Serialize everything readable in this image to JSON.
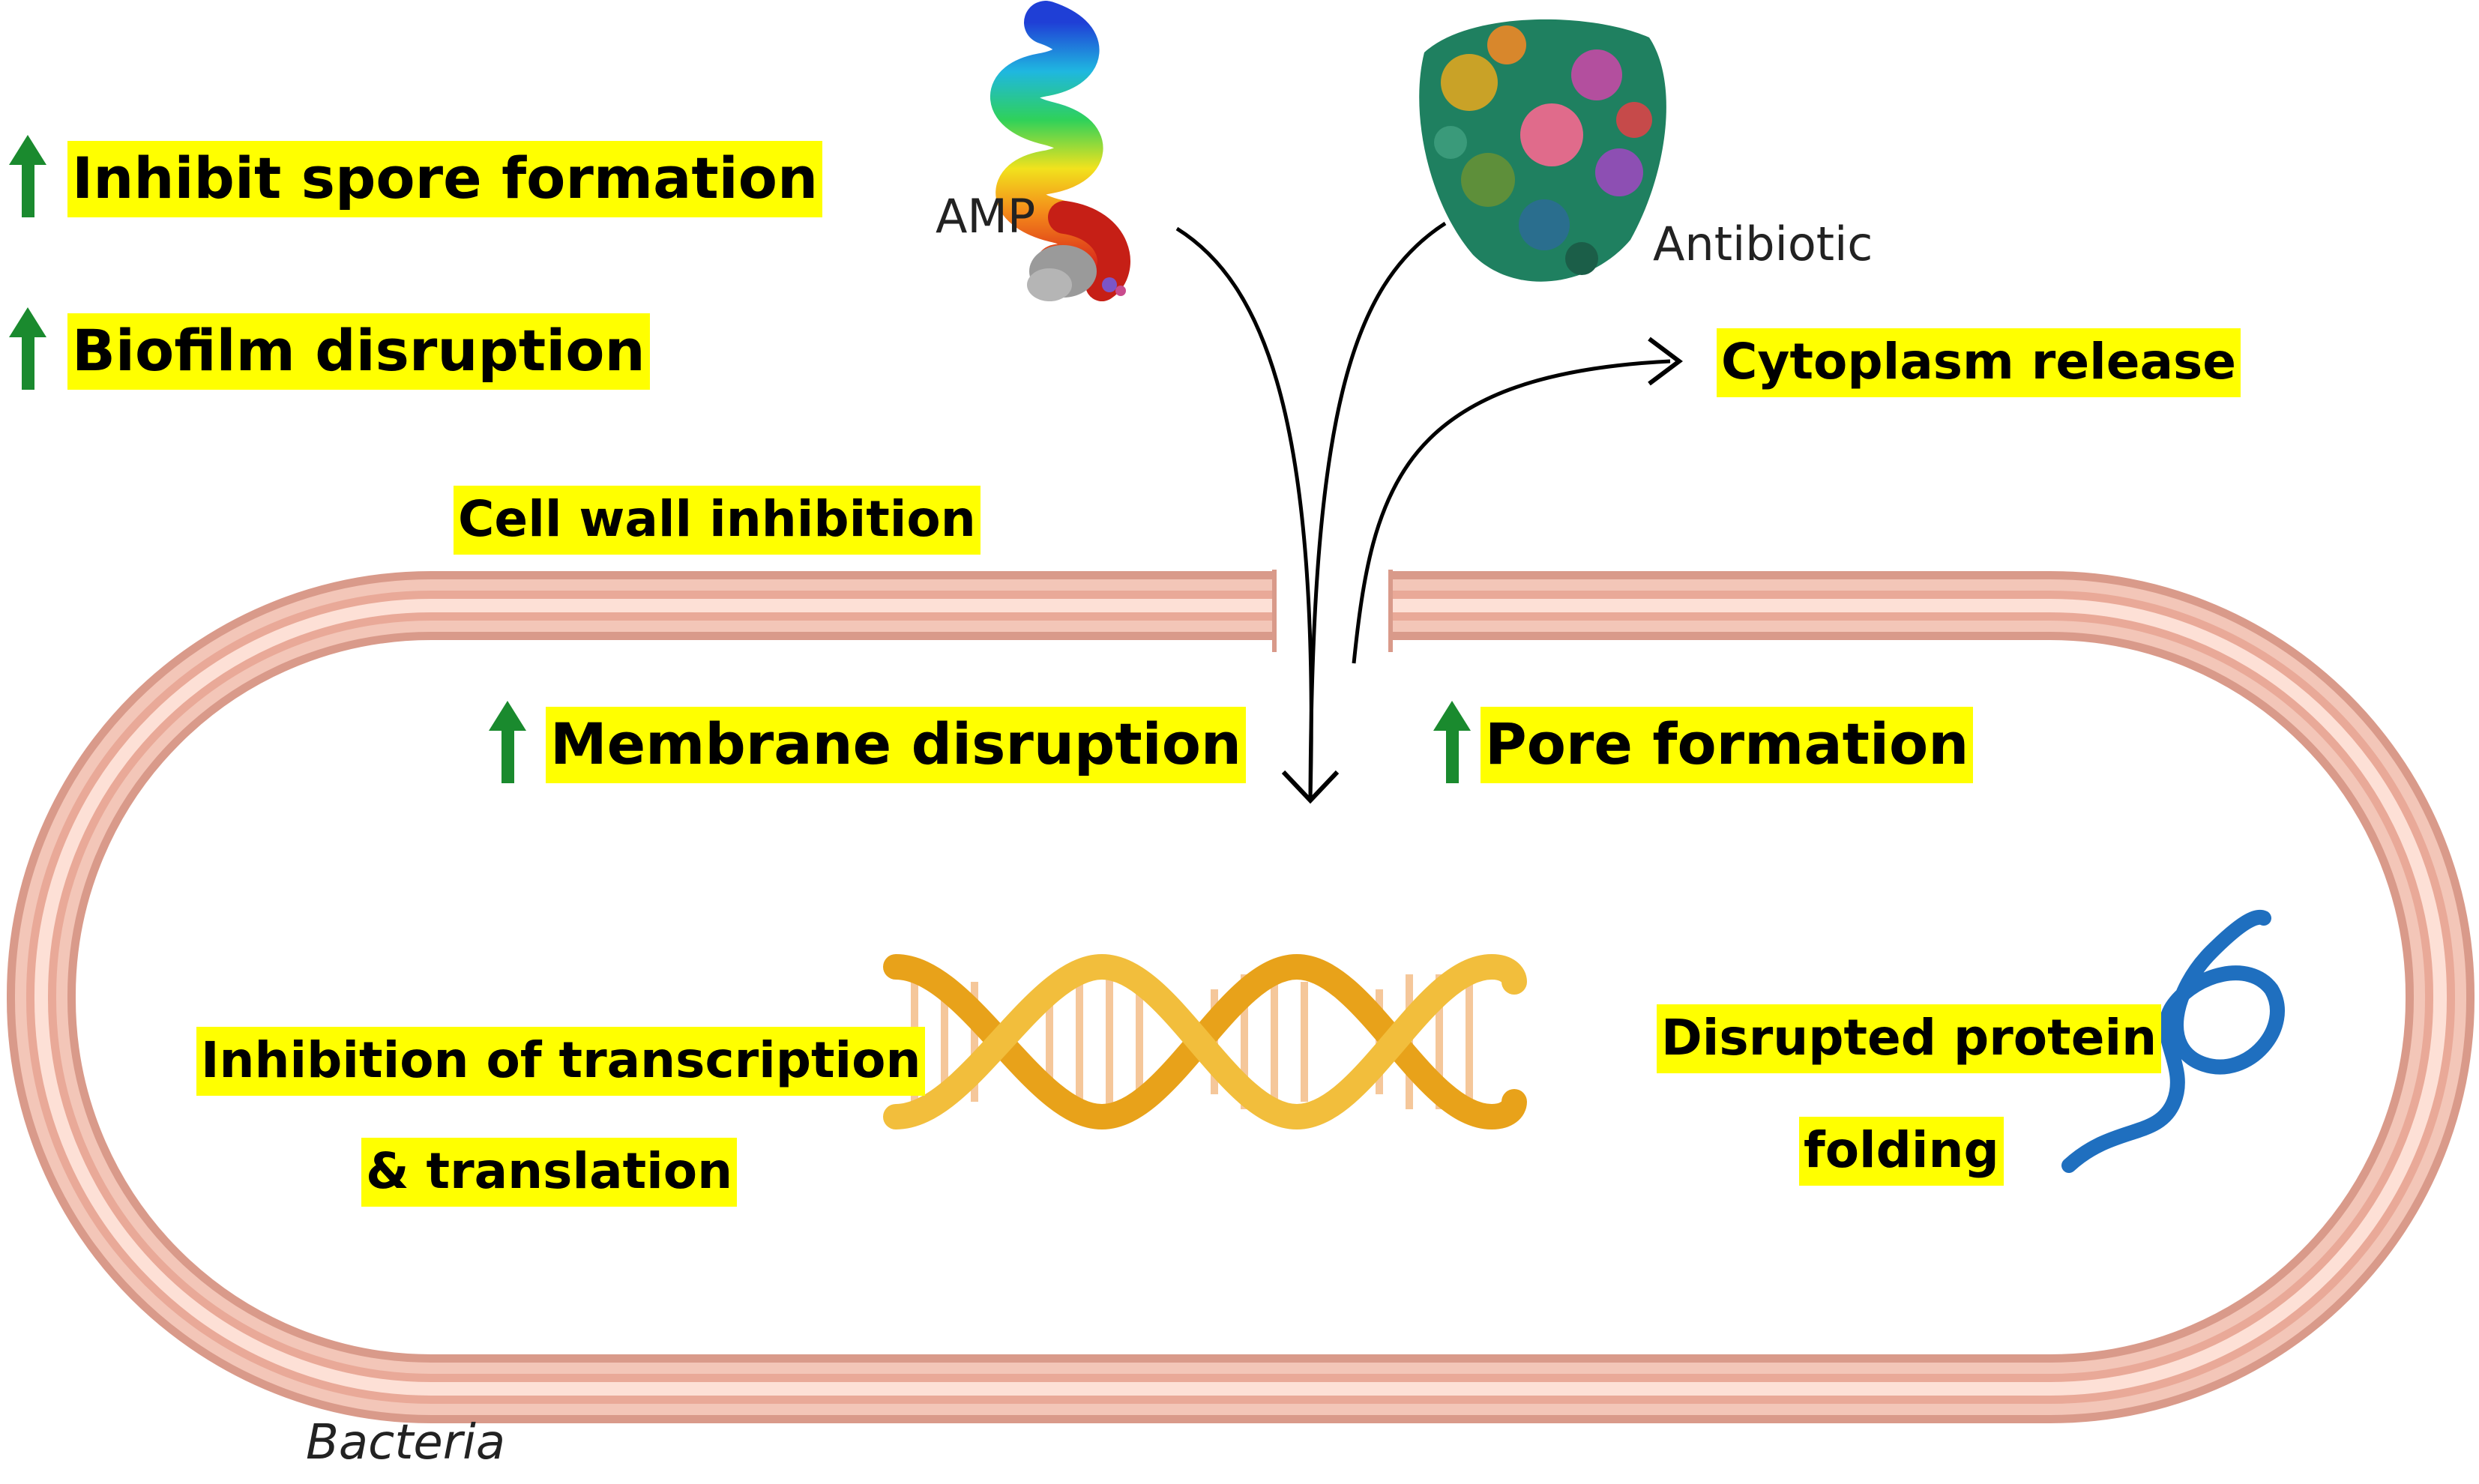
{
  "labels": {
    "inhibit_spore": "Inhibit spore formation",
    "biofilm": "Biofilm disruption",
    "cell_wall": "Cell wall inhibition",
    "membrane": "Membrane disruption",
    "pore": "Pore formation",
    "cytoplasm": "Cytoplasm release",
    "transcription_line1": "Inhibition of transcription",
    "transcription_line2": "& translation",
    "protein_line1": "Disrupted protein",
    "protein_line2": "folding",
    "amp": "AMP",
    "antibiotic": "Antibiotic",
    "bacteria": "Bacteria"
  },
  "icons": {
    "increase": "green-up-arrow-icon",
    "amp": "amp-helix-icon",
    "antibiotic": "antibiotic-molecule-icon",
    "dna": "dna-helix-icon",
    "protein": "protein-coil-icon"
  },
  "colors": {
    "highlight": "#ffff00",
    "arrow_green": "#1a8a2e",
    "membrane_outer": "#d99a8a",
    "membrane_inner": "#f3c6b8",
    "dna_strand": "#e8a21a",
    "protein": "#1f6fbf"
  }
}
